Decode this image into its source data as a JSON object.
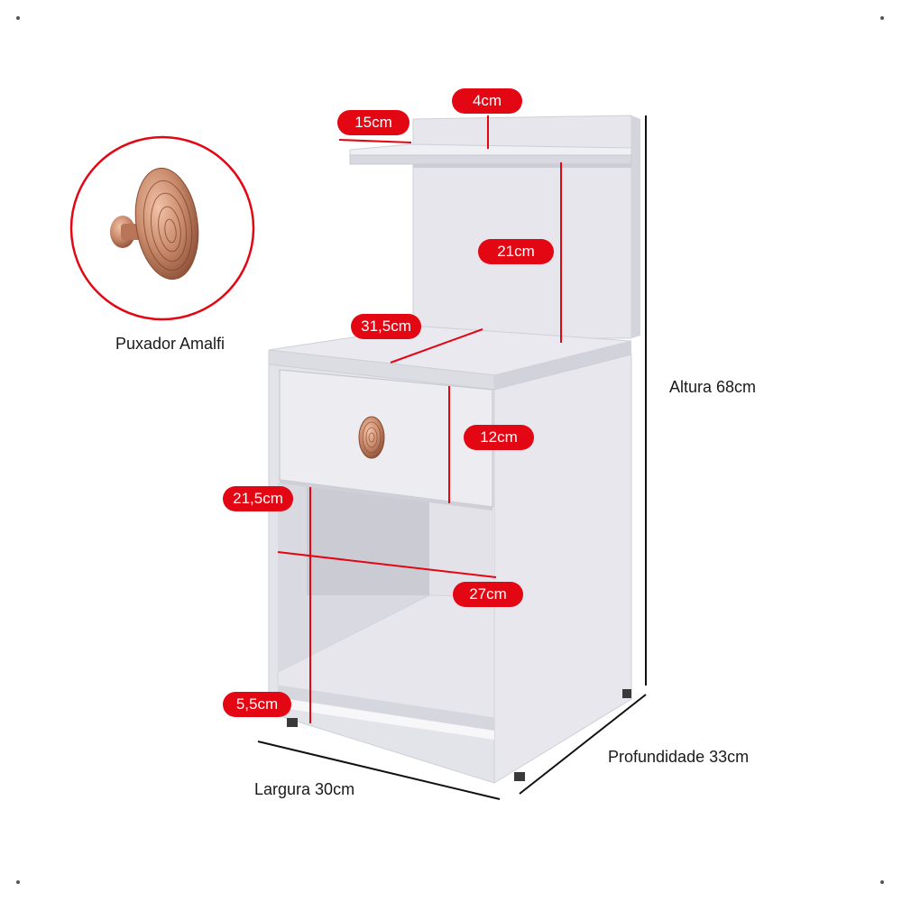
{
  "dimensions": {
    "shelf_depth": "15cm",
    "shelf_thickness": "4cm",
    "shelf_gap": "21cm",
    "top_depth": "31,5cm",
    "drawer_height": "12cm",
    "niche_height": "21,5cm",
    "inner_width": "27cm",
    "foot_height": "5,5cm"
  },
  "labels": {
    "height": "Altura 68cm",
    "depth": "Profundidade 33cm",
    "width": "Largura 30cm",
    "handle": "Puxador Amalfi"
  },
  "colors": {
    "accent": "#e30613",
    "body": "#e4e4ea",
    "handle": "#c98a6b",
    "text": "#1a1a1a"
  }
}
